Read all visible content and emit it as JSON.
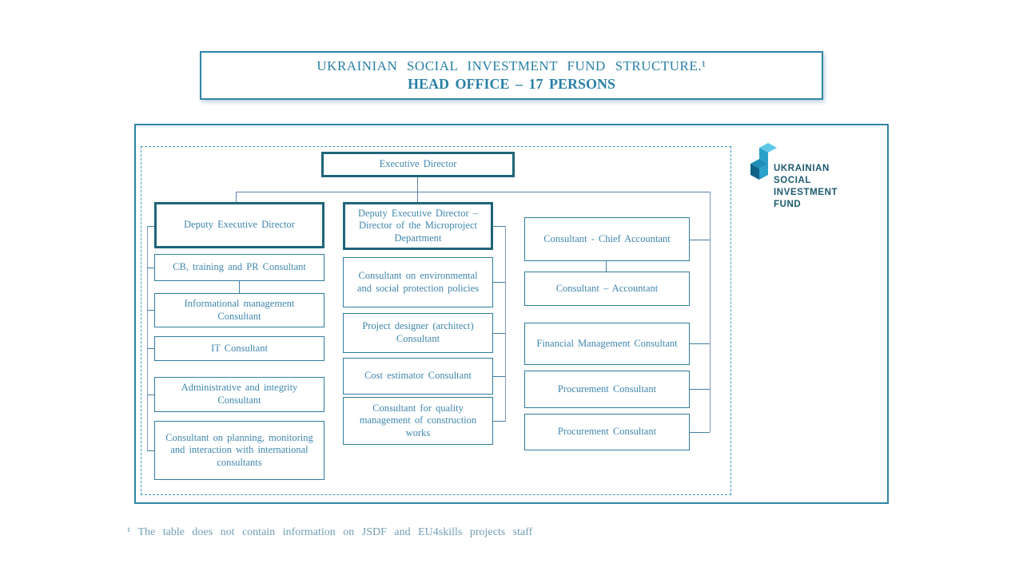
{
  "title": {
    "line1": "UKRAINIAN SOCIAL INVESTMENT FUND STRUCTURE.¹",
    "line2": "HEAD OFFICE – 17 PERSONS"
  },
  "org": {
    "root": "Executive Director",
    "left": {
      "head": "Deputy Executive Director",
      "items": [
        "CB, training and PR Consultant",
        "Informational management Consultant",
        "IT Consultant",
        "Administrative and integrity Consultant",
        "Consultant on planning, monitoring and interaction with international consultants"
      ]
    },
    "middle": {
      "head": "Deputy Executive Director – Director of the Microproject Department",
      "items": [
        "Consultant on environmental and social protection policies",
        "Project designer (architect) Consultant",
        "Cost estimator Consultant",
        "Consultant for quality management of construction works"
      ]
    },
    "right": {
      "head": "Consultant - Chief Accountant",
      "items": [
        "Consultant – Accountant",
        "Financial Management Consultant",
        "Procurement Consultant",
        "Procurement Consultant"
      ]
    }
  },
  "logo": {
    "lines": [
      "UKRAINIAN",
      "SOCIAL",
      "INVESTMENT",
      "FUND"
    ]
  },
  "footnote": "¹ The table does not contain information on JSDF and EU4skills projects staff",
  "colors": {
    "accent_teal": "#2e86a5",
    "dark_teal": "#1f6579",
    "node_text": "#3e87ae",
    "footnote_text": "#709eb4",
    "logo_text": "#1c5a70",
    "logo_light": "#5bc6e8",
    "logo_medium": "#2aa0ca",
    "logo_dark": "#0f6186"
  }
}
